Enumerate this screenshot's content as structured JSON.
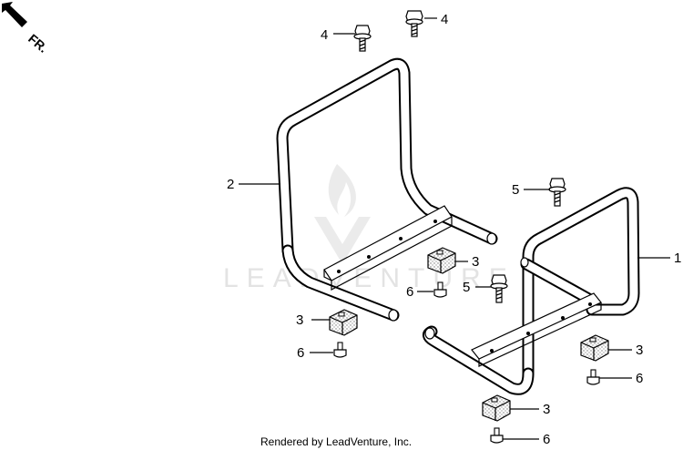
{
  "direction": {
    "label": "FR."
  },
  "watermark": {
    "text": "LEADVENTURE"
  },
  "credit": {
    "text": "Rendered by LeadVenture, Inc."
  },
  "callouts": {
    "c1": "1",
    "c2": "2",
    "c3a": "3",
    "c3b": "3",
    "c3c": "3",
    "c3d": "3",
    "c4a": "4",
    "c4b": "4",
    "c5a": "5",
    "c5b": "5",
    "c6a": "6",
    "c6b": "6",
    "c6c": "6",
    "c6d": "6"
  }
}
